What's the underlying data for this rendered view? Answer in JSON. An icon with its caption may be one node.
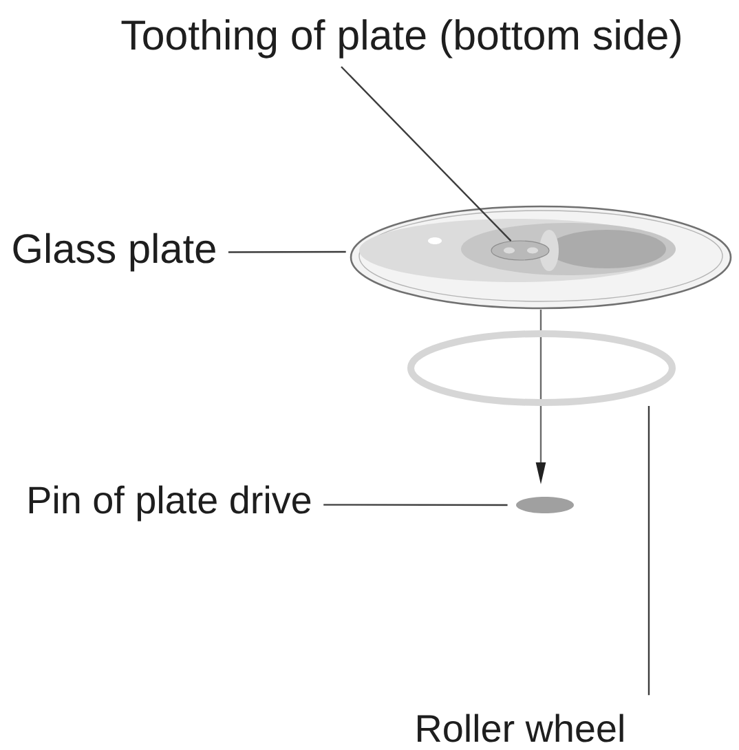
{
  "diagram": {
    "nodes": [
      {
        "text": [
          "Toothing of plate (bottom side)"
        ]
      },
      {
        "text": [
          "Glass plate"
        ]
      },
      {
        "text": [],
        "shape": "picture"
      },
      {
        "text": [],
        "shape": "picture",
        "in": 2
      },
      {
        "text": [],
        "shape": "circle"
      },
      {
        "text": [
          "Pin of plate drive"
        ]
      },
      {
        "text": [],
        "shape": "circle"
      },
      {
        "text": [
          "Roller wheel"
        ]
      }
    ],
    "edges": [
      {
        "from": 0,
        "to": 3,
        "arrow": "none"
      },
      {
        "from": 1,
        "to": 2,
        "arrow": "none"
      },
      {
        "from": 5,
        "to": 6,
        "arrow": "none"
      },
      {
        "from": 7,
        "to": 4,
        "arrow": "none"
      }
    ]
  }
}
